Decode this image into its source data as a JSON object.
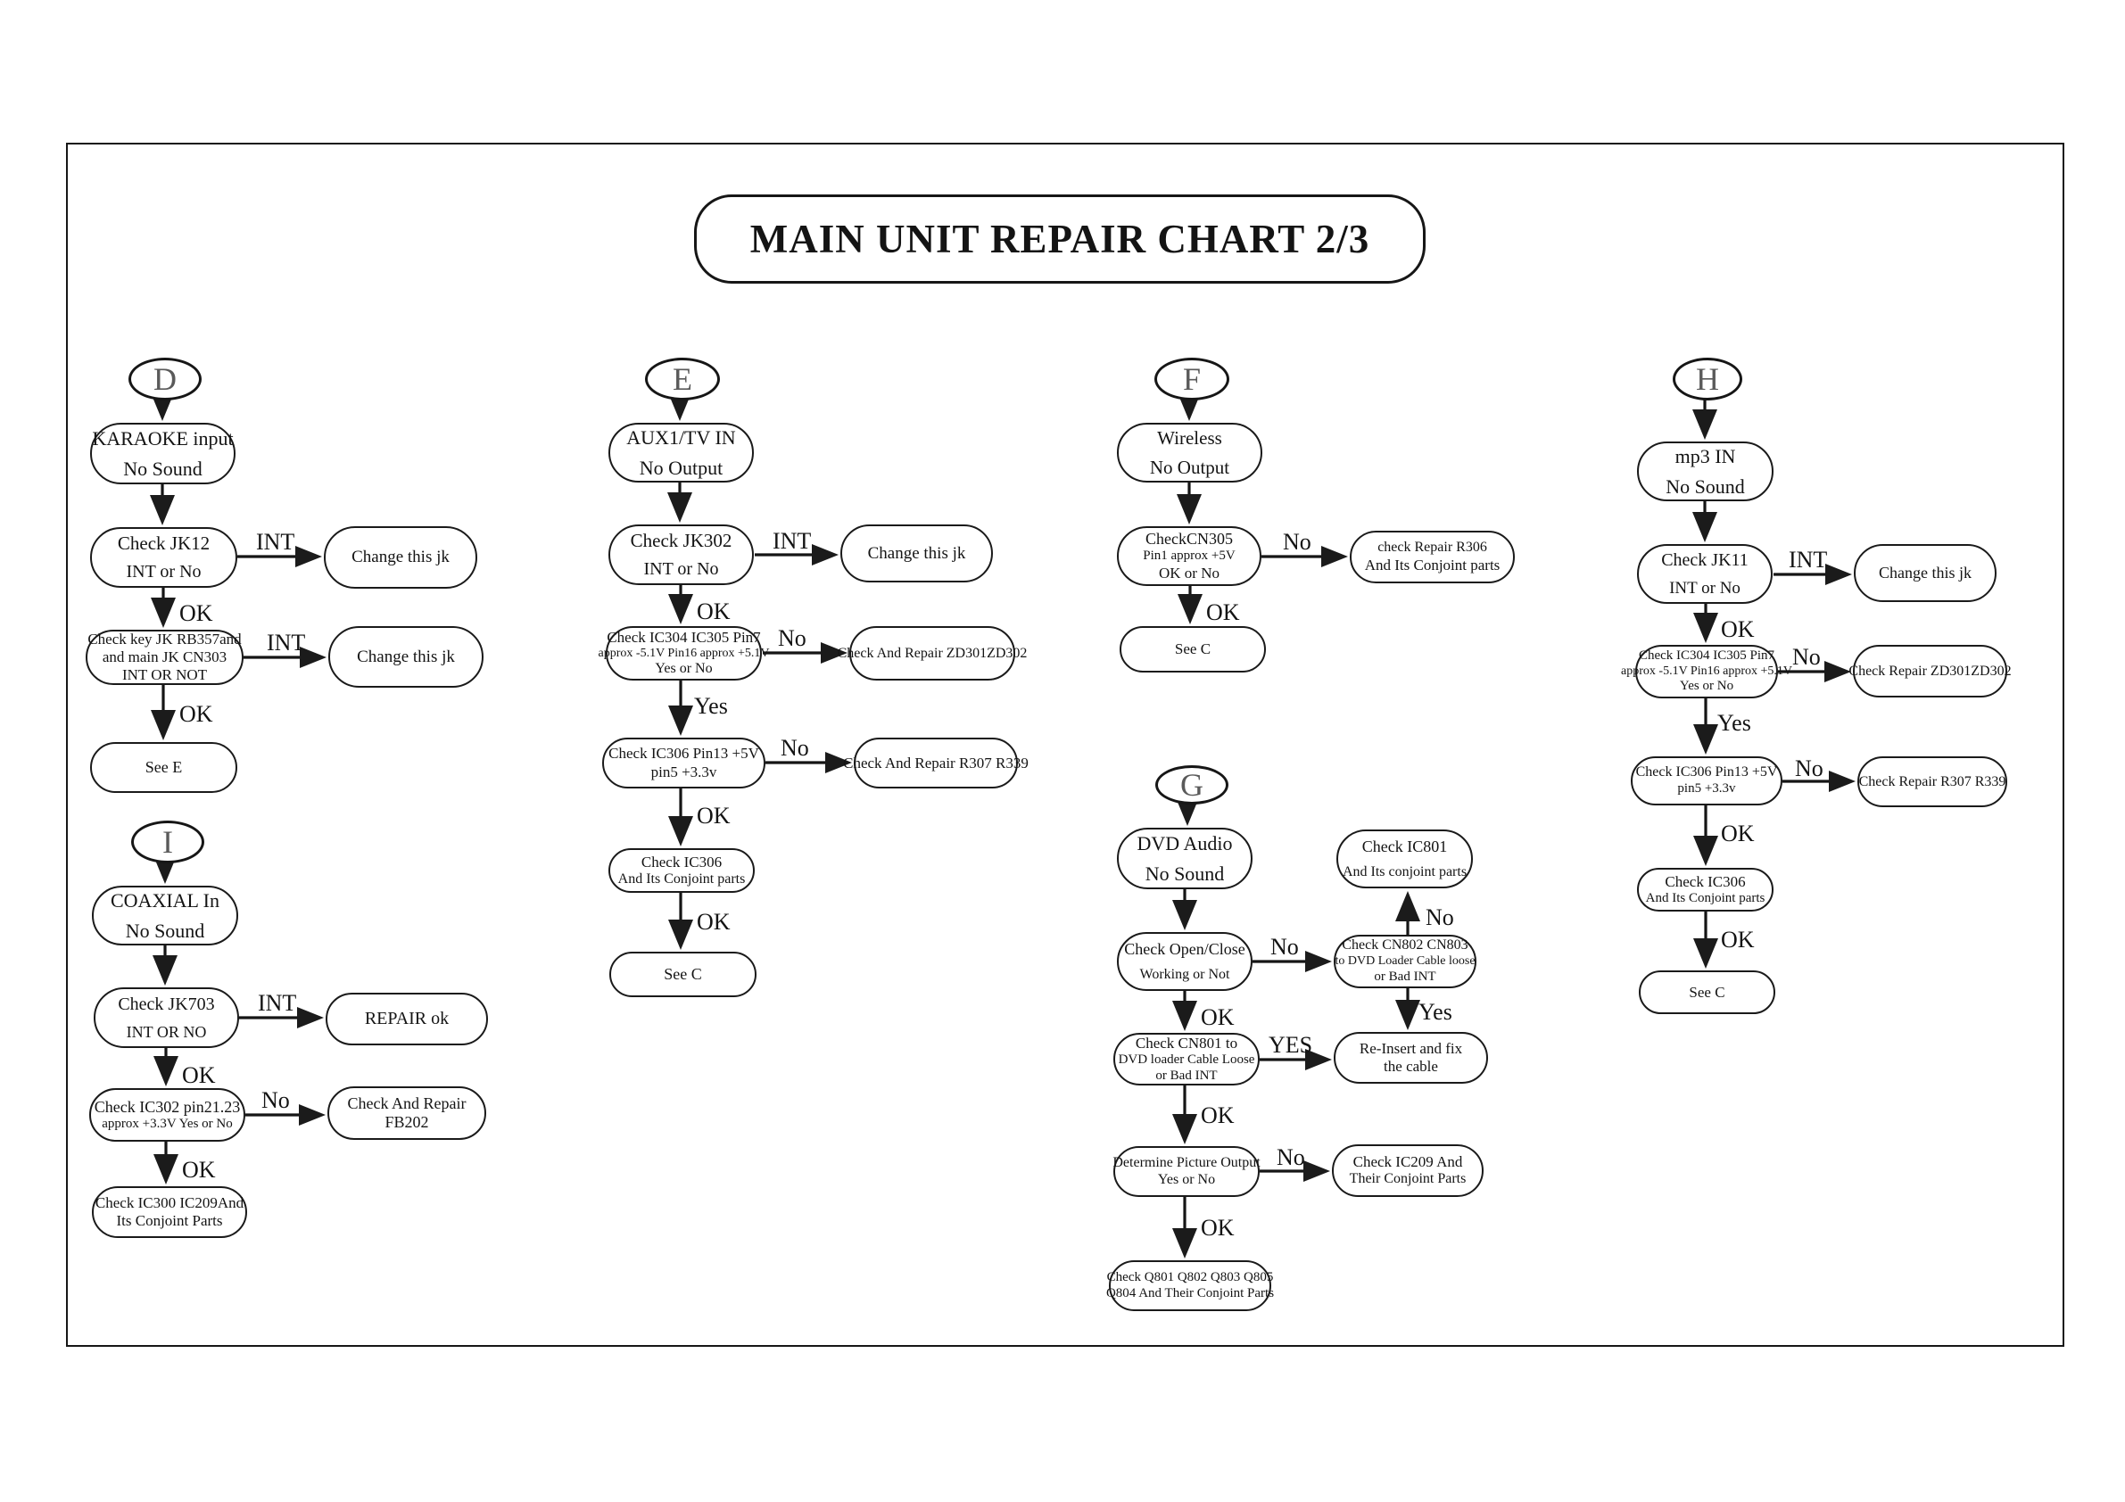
{
  "title": "MAIN UNIT REPAIR CHART 2/3",
  "edge_labels": {
    "int": "INT",
    "ok": "OK",
    "no": "No",
    "yes": "Yes",
    "yes_caps": "YES"
  },
  "sections": {
    "d": {
      "connector": "D",
      "nodes": {
        "start": {
          "lines": [
            "KARAOKE input",
            "No Sound"
          ]
        },
        "check_jk12": {
          "lines": [
            "Check JK12",
            "INT or No"
          ]
        },
        "change_jk_1": {
          "lines": [
            "Change this jk"
          ]
        },
        "check_key_jk": {
          "lines": [
            "Check key JK RB357and",
            "and main JK CN303",
            "INT OR NOT"
          ]
        },
        "change_jk_2": {
          "lines": [
            "Change this jk"
          ]
        },
        "see_e": {
          "lines": [
            "See E"
          ]
        }
      }
    },
    "e": {
      "connector": "E",
      "nodes": {
        "start": {
          "lines": [
            "AUX1/TV IN",
            "No Output"
          ]
        },
        "check_jk302": {
          "lines": [
            "Check JK302",
            "INT or No"
          ]
        },
        "change_jk": {
          "lines": [
            "Change this jk"
          ]
        },
        "check_ic304": {
          "lines": [
            "Check IC304 IC305 Pin7",
            "approx -5.1V  Pin16 approx +5.1V",
            "Yes or No"
          ]
        },
        "repair_zd": {
          "lines": [
            "Check  And Repair ZD301ZD302"
          ]
        },
        "check_ic306_pins": {
          "lines": [
            "Check IC306  Pin13 +5V",
            "pin5  +3.3v"
          ]
        },
        "repair_r307": {
          "lines": [
            "Check  And Repair R307 R339"
          ]
        },
        "check_ic306": {
          "lines": [
            "Check IC306",
            "And Its Conjoint parts"
          ]
        },
        "see_c": {
          "lines": [
            "See C"
          ]
        }
      }
    },
    "f": {
      "connector": "F",
      "nodes": {
        "start": {
          "lines": [
            "Wireless",
            "No Output"
          ]
        },
        "check_cn305": {
          "lines": [
            "CheckCN305",
            "Pin1 approx +5V",
            "OK  or No"
          ]
        },
        "repair_r306": {
          "lines": [
            "check  Repair  R306",
            "And  Its Conjoint parts"
          ]
        },
        "see_c": {
          "lines": [
            "See C"
          ]
        }
      }
    },
    "g": {
      "connector": "G",
      "nodes": {
        "start": {
          "lines": [
            "DVD Audio",
            "No Sound"
          ]
        },
        "check_openclose": {
          "lines": [
            "Check Open/Close",
            "Working or Not"
          ]
        },
        "check_cn802": {
          "lines": [
            "Check CN802 CN803",
            "to DVD Loader Cable loose",
            "or Bad INT"
          ]
        },
        "check_ic801": {
          "lines": [
            "Check IC801",
            "And Its conjoint parts"
          ]
        },
        "reinsert": {
          "lines": [
            "Re-Insert and fix",
            "the cable"
          ]
        },
        "check_cn801": {
          "lines": [
            "Check CN801 to",
            "DVD loader Cable Loose",
            "or Bad INT"
          ]
        },
        "determine": {
          "lines": [
            "Determine Picture Output",
            "Yes or No"
          ]
        },
        "check_ic209": {
          "lines": [
            "Check IC209 And",
            "Their Conjoint Parts"
          ]
        },
        "check_q801": {
          "lines": [
            "Check Q801 Q802 Q803 Q805",
            "Q804 And Their Conjoint Parts"
          ]
        }
      }
    },
    "h": {
      "connector": "H",
      "nodes": {
        "start": {
          "lines": [
            "mp3 IN",
            "No Sound"
          ]
        },
        "check_jk11": {
          "lines": [
            "Check JK11",
            "INT or No"
          ]
        },
        "change_jk": {
          "lines": [
            "Change this jk"
          ]
        },
        "check_ic304": {
          "lines": [
            "Check IC304 IC305 Pin7",
            "approx -5.1V  Pin16 approx +5.1V",
            "Yes or No"
          ]
        },
        "repair_zd": {
          "lines": [
            "Check  Repair ZD301ZD302"
          ]
        },
        "check_ic306_pins": {
          "lines": [
            "Check IC306  Pin13 +5V",
            "pin5 +3.3v"
          ]
        },
        "repair_r307": {
          "lines": [
            "Check  Repair R307 R339"
          ]
        },
        "check_ic306": {
          "lines": [
            "Check IC306",
            "And Its Conjoint parts"
          ]
        },
        "see_c": {
          "lines": [
            "See C"
          ]
        }
      }
    },
    "i": {
      "connector": "I",
      "nodes": {
        "start": {
          "lines": [
            "COAXIAL In",
            "No Sound"
          ]
        },
        "check_jk703": {
          "lines": [
            "Check JK703",
            "INT OR NO"
          ]
        },
        "repair_ok": {
          "lines": [
            "REPAIR ok"
          ]
        },
        "check_ic302": {
          "lines": [
            "Check IC302 pin21.23",
            "approx +3.3V    Yes or No"
          ]
        },
        "repair_fb202": {
          "lines": [
            "Check And Repair",
            "FB202"
          ]
        },
        "check_ic300": {
          "lines": [
            "Check IC300 IC209And",
            "Its Conjoint Parts"
          ]
        }
      }
    }
  }
}
